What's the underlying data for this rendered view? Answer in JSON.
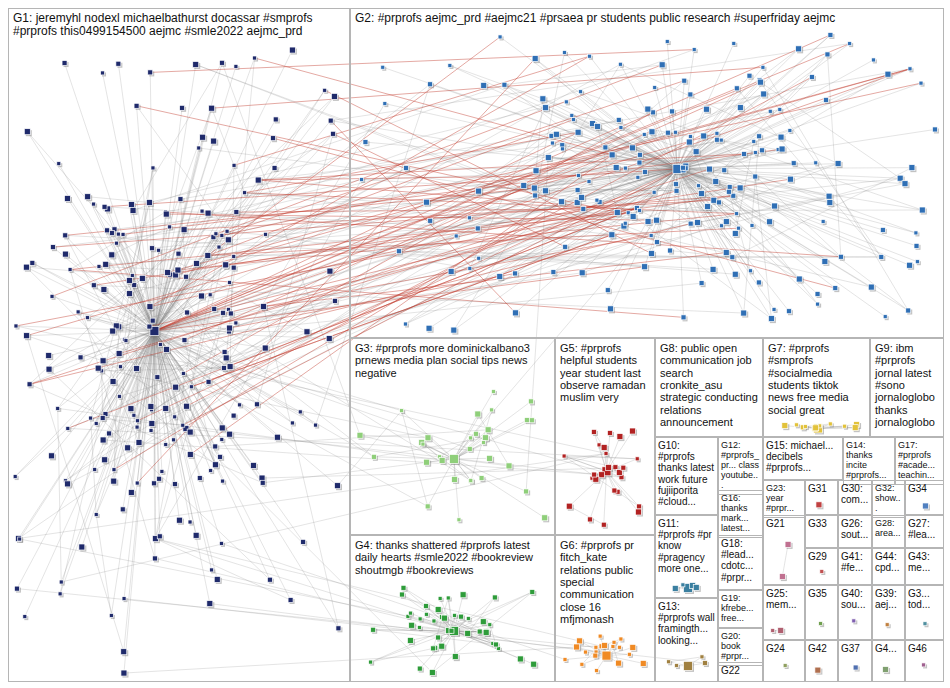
{
  "diagram": {
    "nodes": [
      {
        "text": [
          "G1: jeremyhl nodexl michaelbathurst docassar #smprofs #prprofs this0499154500 aejmc #smle2022 aejmc_prd"
        ]
      },
      {
        "text": [
          "G2: #prprofs aejmc_prd #aejmc21 #prsaea pr students public research #superfriday aejmc"
        ]
      },
      {
        "text": [
          "G3: #prprofs more dominickalbano3 prnews media plan social tips news negative"
        ]
      },
      {
        "text": [
          "G5: #prprofs helpful students year student last observe ramadan muslim very"
        ]
      },
      {
        "text": [
          "G8: public open communication job search cronkite_asu strategic conducting relations announcement"
        ]
      },
      {
        "text": [
          "G7: #prprofs #smprofs #socialmedia students tiktok news free media social great"
        ]
      },
      {
        "text": [
          "G9: ibm #prprofs jornal latest #sono jornaloglobo thanks jornaloglobo"
        ]
      },
      {
        "text": [
          "G4: thanks shattered #prprofs latest daily hearts #smle2022 #bookreview shoutmgb #bookreviews"
        ]
      },
      {
        "text": [
          "G6: #prprofs pr fitch_kate relations public special communication close 16 mfjmonash"
        ]
      },
      {
        "text": [
          "G10: #prprofs thanks latest work future fujiiporita #cloud..."
        ]
      },
      {
        "text": [
          "G12: #prprofs_pr... class youtube..."
        ]
      },
      {
        "text": [
          "G15: michael... decibels #prprofs..."
        ]
      },
      {
        "text": [
          "G14: thanks incite #prprofs..."
        ]
      },
      {
        "text": [
          "G17: #prprofs #acade... teachin..."
        ]
      },
      {
        "text": [
          "G11: #prprofs #pr know #pragency more one..."
        ]
      },
      {
        "text": [
          "G16: thanks mark... latest..."
        ]
      },
      {
        "text": [
          "G23: year #prpr..."
        ]
      },
      {
        "text": [
          "G31"
        ]
      },
      {
        "text": [
          "G30: com..."
        ]
      },
      {
        "text": [
          "G32: show..."
        ]
      },
      {
        "text": [
          "G34"
        ]
      },
      {
        "text": [
          "G18: #lead... cdotc... #prpr..."
        ]
      },
      {
        "text": [
          "G21"
        ]
      },
      {
        "text": [
          "G33"
        ]
      },
      {
        "text": [
          "G26: sout..."
        ]
      },
      {
        "text": [
          "G28: area..."
        ]
      },
      {
        "text": [
          "G27: #lea..."
        ]
      },
      {
        "text": [
          "G29"
        ]
      },
      {
        "text": [
          "G41: #fe..."
        ]
      },
      {
        "text": [
          "G44: cpd..."
        ]
      },
      {
        "text": [
          "G43: me..."
        ]
      },
      {
        "text": [
          "G13: #prprofs wall framingth... looking..."
        ]
      },
      {
        "text": [
          "G19: kfrebe... free..."
        ]
      },
      {
        "text": [
          "G25: mem..."
        ]
      },
      {
        "text": [
          "G35"
        ]
      },
      {
        "text": [
          "G40: sou..."
        ]
      },
      {
        "text": [
          "G39: aej..."
        ]
      },
      {
        "text": [
          "G3... tod..."
        ]
      },
      {
        "text": [
          "G20: book #prpr..."
        ]
      },
      {
        "text": [
          "G22"
        ]
      },
      {
        "text": [
          "G24"
        ]
      },
      {
        "text": [
          "G42"
        ]
      },
      {
        "text": [
          "G37"
        ]
      },
      {
        "text": [
          "G4..."
        ]
      },
      {
        "text": [
          "G46"
        ]
      }
    ]
  }
}
